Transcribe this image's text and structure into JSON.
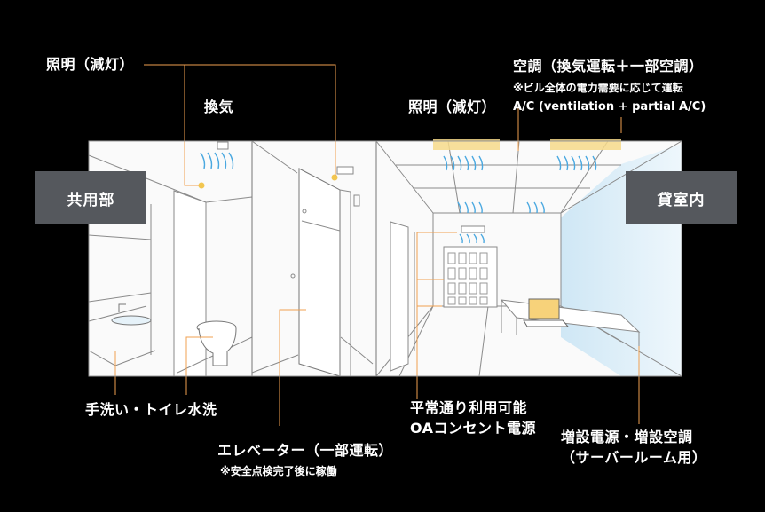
{
  "zones": {
    "common": "共用部",
    "tenant": "貸室内"
  },
  "labels": {
    "lighting_left": "照明（減灯）",
    "ventilation": "換気",
    "lighting_right": "照明（減灯）",
    "ac_title": "空調（換気運転＋一部空調）",
    "ac_note": "※ビル全体の電力需要に応じて運転",
    "ac_sub": "A/C (ventilation + partial A/C)",
    "washroom": "手洗い・トイレ水洗",
    "elevator": "エレベーター（一部運転）",
    "elevator_note": "※安全点検完了後に稼働",
    "oa_line1": "平常通り利用可能",
    "oa_line2": "OAコンセント電源",
    "extra_line1": "増設電源・増設空調",
    "extra_line2": "（サーバールーム用）"
  },
  "colors": {
    "accent": "#f0a050",
    "light_glow": "#f6d98a",
    "airflow": "#4aa8e0",
    "tag_bg": "#55585d",
    "window": "#d8ecf6"
  }
}
